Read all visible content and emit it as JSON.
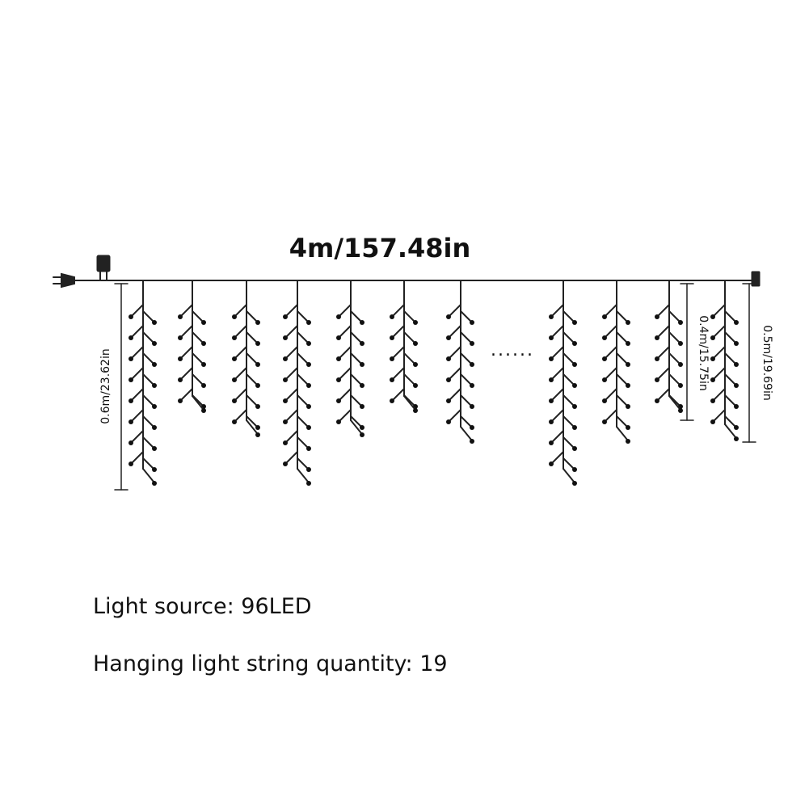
{
  "diagram": {
    "length_label": "4m/157.48in",
    "dimension_labels": {
      "left": "0.6m/23.62in",
      "middle": "0.4m/15.75in",
      "right": "0.5m/19.69in"
    },
    "ellipsis": "......",
    "colors": {
      "line": "#222222",
      "bulb": "#111111",
      "background": "#ffffff"
    }
  },
  "info": {
    "light_source": "Light source: 96LED",
    "string_quantity": "Hanging light string quantity: 19"
  }
}
